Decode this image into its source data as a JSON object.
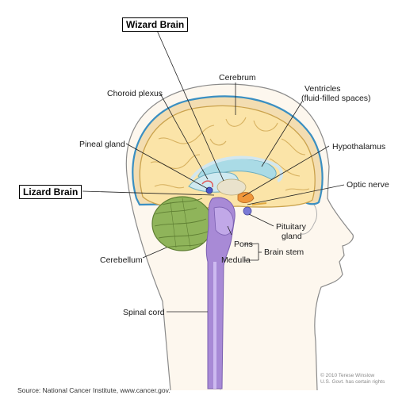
{
  "labels": {
    "wizard_brain": "Wizard Brain",
    "lizard_brain": "Lizard Brain",
    "cerebrum": "Cerebrum",
    "choroid_plexus": "Choroid plexus",
    "ventricles_1": "Ventricles",
    "ventricles_2": "(fluid-filled spaces)",
    "pineal_gland": "Pineal gland",
    "hypothalamus": "Hypothalamus",
    "optic_nerve": "Optic nerve",
    "pituitary_1": "Pituitary",
    "pituitary_2": "gland",
    "pons": "Pons",
    "medulla": "Medulla",
    "brain_stem": "Brain stem",
    "cerebellum": "Cerebellum",
    "spinal_cord": "Spinal cord"
  },
  "source": "Source: National Cancer Institute, www.cancer.gov.",
  "copyright_1": "© 2010 Terese Winslow",
  "copyright_2": "U.S. Govt. has certain rights",
  "colors": {
    "cerebrum": "#fbe4a8",
    "cerebrum_outline": "#caa24c",
    "skull_outline": "#3a8fc2",
    "cerebellum": "#8fb45a",
    "brainstem": "#a88ad6",
    "ventricle": "#aadbe6",
    "hypothalamus": "#f0973a"
  }
}
